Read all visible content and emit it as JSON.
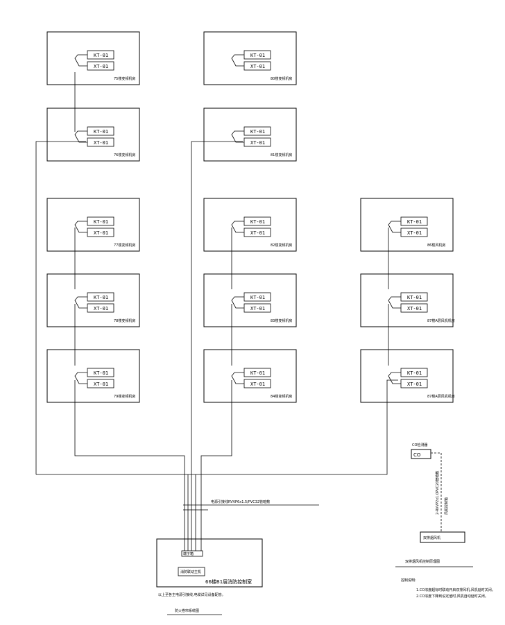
{
  "terminal_labels": {
    "top": "KT-01",
    "bottom": "XT-01"
  },
  "rooms": [
    {
      "label": "75楼变频机房"
    },
    {
      "label": "76楼变频机房"
    },
    {
      "label": "77楼变频机房"
    },
    {
      "label": "78楼变频机房"
    },
    {
      "label": "79楼变频机房"
    },
    {
      "label": "80楼变频机房"
    },
    {
      "label": "81楼变频机房"
    },
    {
      "label": "82楼变频机房"
    },
    {
      "label": "83楼变频机房"
    },
    {
      "label": "84楼变频机房"
    },
    {
      "label": "86楼风机房"
    },
    {
      "label": "87楼A层风机机房"
    },
    {
      "label": "87楼A层风机机房"
    }
  ],
  "trunk_label": "电源引接线RVVP6x1.5/PVC32管暗敷",
  "control_room": {
    "title": "66楼B1层消防控制室",
    "terminal_box": "端子箱",
    "panel": "消防联动主机"
  },
  "left_note": "以上至各主电源引接线,电缆详见设备配管。",
  "left_caption": "防火卷帘系统图",
  "co_label": "CO检测器",
  "co_box": "CO",
  "vertical_note": "2-RVVP2x1.0PVC20管暗敷",
  "vertical_note_2": "风机控制箱",
  "fan_box": "双排烟风机",
  "right_caption": "双排烟风机控制原理图",
  "right_note_title": "控制说明:",
  "right_note_line1": "1.CO浓度超标时联动开启双排风机,风机延时关闭。",
  "right_note_line2": "2.CO浓度下降到设定值时,风机自动延时关闭。"
}
